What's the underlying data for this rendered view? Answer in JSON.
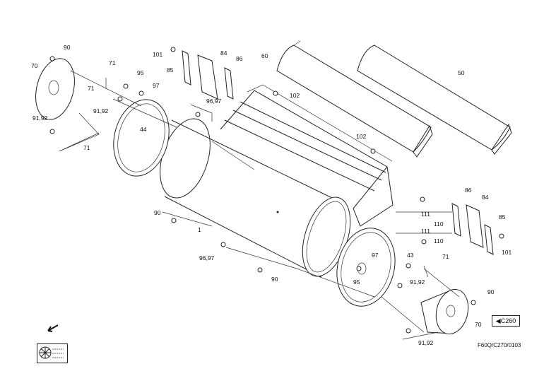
{
  "diagram": {
    "drawing_number": "F60Q/C270/0103",
    "reference": {
      "arrow": "◀",
      "label": "C260"
    },
    "callouts": [
      {
        "id": "c90a",
        "text": "90"
      },
      {
        "id": "c70a",
        "text": "70"
      },
      {
        "id": "c71a",
        "text": "71"
      },
      {
        "id": "c71b",
        "text": "71"
      },
      {
        "id": "c95a",
        "text": "95"
      },
      {
        "id": "c97a",
        "text": "97"
      },
      {
        "id": "c9192a",
        "text": "91,92"
      },
      {
        "id": "c9192b",
        "text": "91,92"
      },
      {
        "id": "c44",
        "text": "44"
      },
      {
        "id": "c71c",
        "text": "71"
      },
      {
        "id": "c101a",
        "text": "101"
      },
      {
        "id": "c85a",
        "text": "85"
      },
      {
        "id": "c84a",
        "text": "84"
      },
      {
        "id": "c86a",
        "text": "86"
      },
      {
        "id": "c60",
        "text": "60"
      },
      {
        "id": "c50",
        "text": "50"
      },
      {
        "id": "c102a",
        "text": "102"
      },
      {
        "id": "c9697a",
        "text": "96,97"
      },
      {
        "id": "c102b",
        "text": "102"
      },
      {
        "id": "c90b",
        "text": "90"
      },
      {
        "id": "c1",
        "text": "1"
      },
      {
        "id": "c9697b",
        "text": "96,97"
      },
      {
        "id": "c90c",
        "text": "90"
      },
      {
        "id": "c86b",
        "text": "86"
      },
      {
        "id": "c84b",
        "text": "84"
      },
      {
        "id": "c111a",
        "text": "111"
      },
      {
        "id": "c110a",
        "text": "110"
      },
      {
        "id": "c85b",
        "text": "85"
      },
      {
        "id": "c111b",
        "text": "111"
      },
      {
        "id": "c110b",
        "text": "110"
      },
      {
        "id": "c101b",
        "text": "101"
      },
      {
        "id": "c43",
        "text": "43"
      },
      {
        "id": "c97b",
        "text": "97"
      },
      {
        "id": "c95b",
        "text": "95"
      },
      {
        "id": "c71d",
        "text": "71"
      },
      {
        "id": "c9192c",
        "text": "91,92"
      },
      {
        "id": "c90d",
        "text": "90"
      },
      {
        "id": "c70b",
        "text": "70"
      },
      {
        "id": "c9192d",
        "text": "91,92"
      }
    ]
  }
}
